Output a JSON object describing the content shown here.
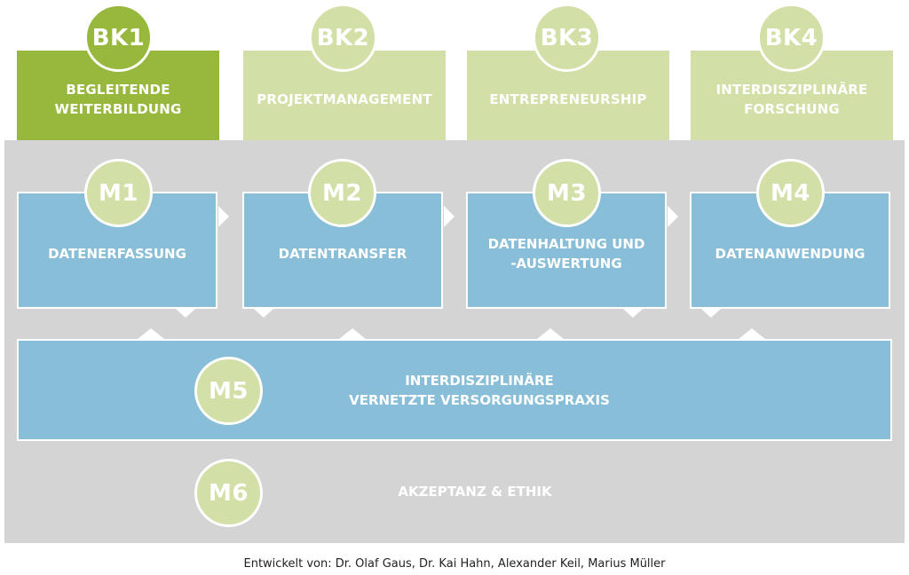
{
  "bk": [
    {
      "code": "BK1",
      "label_line1": "BEGLEITENDE",
      "label_line2": "WEITERBILDUNG"
    },
    {
      "code": "BK2",
      "label_line1": "PROJEKTMANAGEMENT",
      "label_line2": ""
    },
    {
      "code": "BK3",
      "label_line1": "ENTREPRENEURSHIP",
      "label_line2": ""
    },
    {
      "code": "BK4",
      "label_line1": "INTERDISZIPLINÄRE",
      "label_line2": "FORSCHUNG"
    }
  ],
  "modules": [
    {
      "code": "M1",
      "label_line1": "DATENERFASSUNG",
      "label_line2": ""
    },
    {
      "code": "M2",
      "label_line1": "DATENTRANSFER",
      "label_line2": ""
    },
    {
      "code": "M3",
      "label_line1": "DATENHALTUNG UND",
      "label_line2": "-AUSWERTUNG"
    },
    {
      "code": "M4",
      "label_line1": "DATENANWENDUNG",
      "label_line2": ""
    }
  ],
  "m5": {
    "code": "M5",
    "label_line1": "INTERDISZIPLINÄRE",
    "label_line2": "VERNETZTE VERSORGUNGSPRAXIS"
  },
  "m6": {
    "code": "M6",
    "label": "AKZEPTANZ & ETHIK"
  },
  "footer": "Entwickelt von: Dr. Olaf Gaus, Dr. Kai Hahn, Alexander Keil, Marius Müller",
  "colors": {
    "active_green": "#97b83c",
    "light_green": "#d2dfa7",
    "module_blue": "#88bed7",
    "panel_gray": "#d4d4d4"
  }
}
